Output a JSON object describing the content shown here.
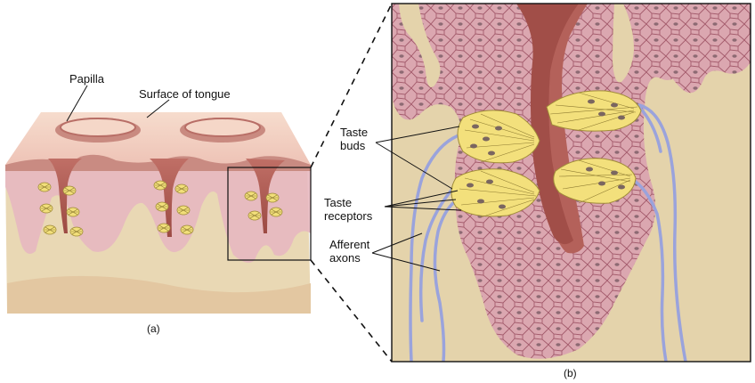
{
  "labels": {
    "papilla": "Papilla",
    "surface": "Surface of tongue",
    "taste_buds": "Taste\nbuds",
    "taste_receptors": "Taste\nreceptors",
    "afferent_axons": "Afferent\naxons",
    "caption_a": "(a)",
    "caption_b": "(b)"
  },
  "colors": {
    "tissue": "#e8d6b2",
    "tongue_surface": "#f3cfc0",
    "papilla_pink": "#e9b8bc",
    "groove": "#b4615a",
    "cells": "#d9a4ae",
    "cell_line": "#a35a6b",
    "taste_bud": "#f3e07c",
    "nerve": "#9aa3dc"
  }
}
